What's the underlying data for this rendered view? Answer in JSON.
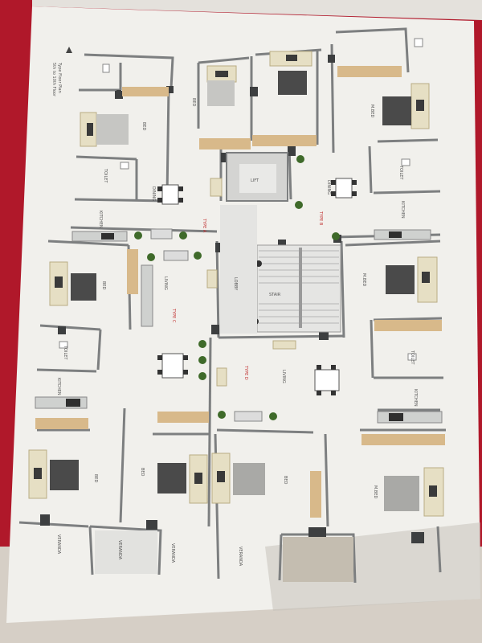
{
  "photo": {
    "subject": "printed-apartment-floor-plan",
    "background_color": "#b0182a",
    "paper_color": "#f1f0ec",
    "wall_color": "#7d7f80",
    "bed_color": "#e6dfc4",
    "floor_accent_color": "#d8b98a",
    "label_red_color": "#c03030"
  },
  "legend": {
    "title": "Type Floor Plan",
    "subtitle": "5th to 10th Floor"
  },
  "labels": {
    "unit_a": "TYPE A",
    "unit_b": "TYPE B",
    "unit_c": "TYPE C",
    "unit_d": "TYPE D",
    "lift": "LIFT",
    "stair": "STAIR",
    "lobby": "LOBBY",
    "bed": "BED",
    "master_bed": "M.BED",
    "dining": "DINING",
    "living": "LIVING",
    "kitchen": "KITCHEN",
    "toilet": "TOILET",
    "veranda": "VERANDA"
  }
}
